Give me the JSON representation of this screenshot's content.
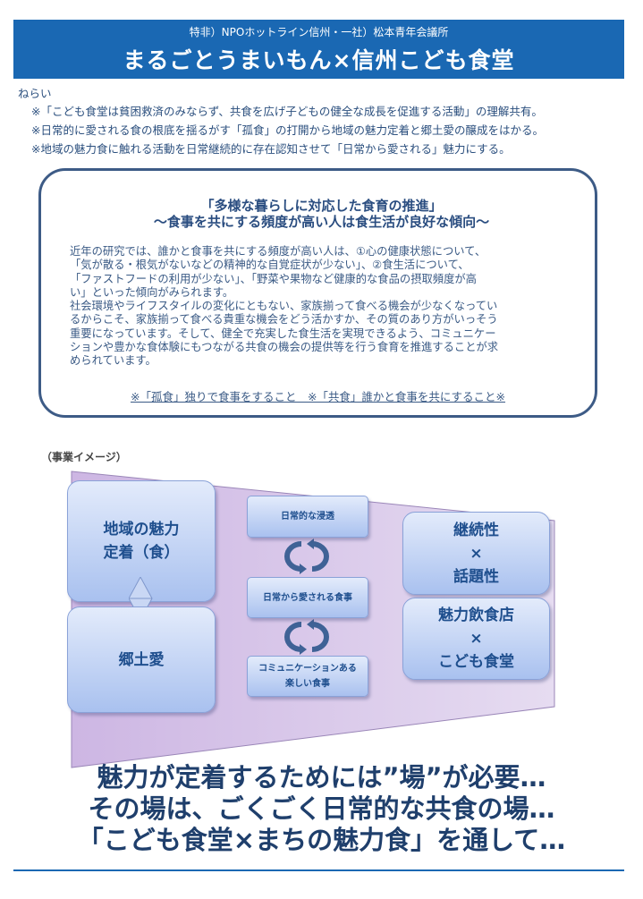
{
  "header": {
    "subtitle": "特非）NPOホットライン信州・一社）松本青年会議所",
    "title": "まるごとうまいもん×信州こども食堂"
  },
  "aims": {
    "label": "ねらい",
    "items": [
      "※「こども食堂は貧困救済のみならず、共食を広げ子どもの健全な成長を促進する活動」の理解共有。",
      "※日常的に愛される食の根底を揺るがす「孤食」の打開から地域の魅力定着と郷土愛の醸成をはかる。",
      "※地域の魅力食に触れる活動を日常継続的に存在認知させて「日常から愛される」魅力にする。"
    ]
  },
  "box": {
    "heading1": "「多様な暮らしに対応した食育の推進」",
    "heading2": "～食事を共にする頻度が高い人は食生活が良好な傾向～",
    "lines": [
      "近年の研究では、誰かと食事を共にする頻度が高い人は、①心の健康状態について、",
      "「気が散る・根気がないなどの精神的な自覚症状が少ない」、②食生活について、",
      "「ファストフードの利用が少ない」、「野菜や果物など健康的な食品の摂取頻度が高",
      "い」といった傾向がみられます。",
      "社会環境やライフスタイルの変化にともない、家族揃って食べる機会が少なくなってい",
      "るからこそ、家族揃って食べる貴重な機会をどう活かすか、その質のあり方がいっそう",
      "重要になっています。そして、健全で充実した食生活を実現できるよう、コミュニケー",
      "ションや豊かな食体験にもつながる共食の機会の提供等を行う食育を推進することが求",
      "められています。"
    ],
    "footnote": "※「孤食」独りで食事をすること　※「共食」誰かと食事を共にすること※"
  },
  "diagram": {
    "label": "（事業イメージ）",
    "left": [
      [
        "地域の魅力",
        "定着（食）"
      ],
      [
        "郷土愛"
      ]
    ],
    "middle": [
      [
        "日常的な浸透"
      ],
      [
        "日常から愛される食事"
      ],
      [
        "コミュニケーションある",
        "楽しい食事"
      ]
    ],
    "right": [
      [
        "継続性",
        "×",
        "話題性"
      ],
      [
        "魅力飲食店",
        "×",
        "こども食堂"
      ]
    ]
  },
  "message": [
    "魅力が定着するためには”場”が必要…",
    "その場は、ごくごく日常的な共食の場…",
    "「こども食堂×まちの魅力食」を通して…"
  ],
  "colors": {
    "header": "#1a68b3",
    "trapezoid": "#d9c9ea",
    "text": "#2b4f7e"
  }
}
